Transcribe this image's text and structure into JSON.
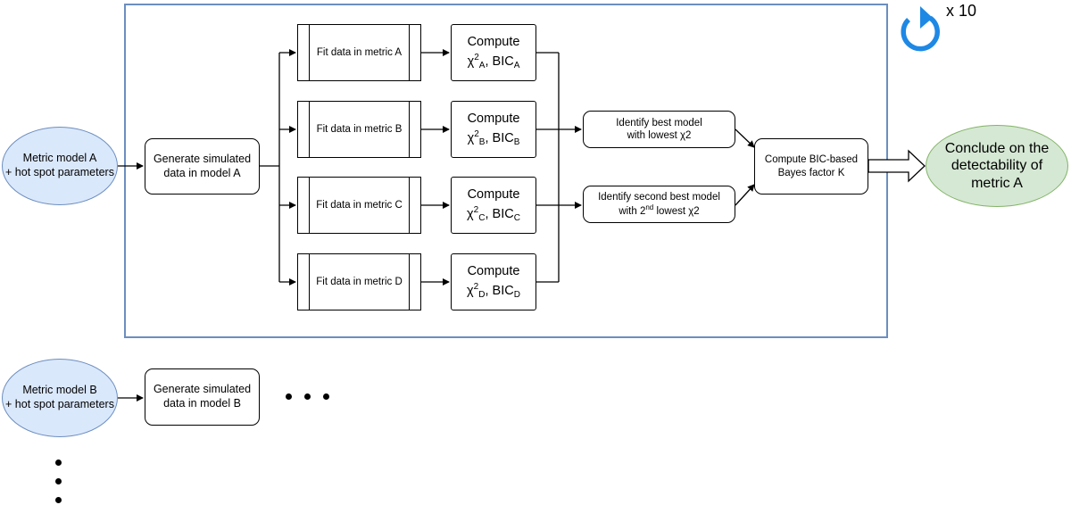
{
  "loop": {
    "count_label": "x 10"
  },
  "inputs": {
    "model_a": {
      "line1": "Metric model A",
      "line2": "+ hot spot parameters"
    },
    "model_b": {
      "line1": "Metric model B",
      "line2": "+ hot spot parameters"
    }
  },
  "generate": {
    "a": {
      "line1": "Generate simulated",
      "line2": "data in model A"
    },
    "b": {
      "line1": "Generate simulated",
      "line2": "data in model B"
    }
  },
  "fits": [
    {
      "label": "Fit data in metric A",
      "sub": "A"
    },
    {
      "label": "Fit data in metric B",
      "sub": "B"
    },
    {
      "label": "Fit data in metric C",
      "sub": "C"
    },
    {
      "label": "Fit data in metric D",
      "sub": "D"
    }
  ],
  "compute": {
    "title": "Compute",
    "chi": "χ",
    "sup": "2",
    "bic": "BIC",
    "sep": ", "
  },
  "identify": {
    "best": {
      "line1": "Identify best model",
      "line2": "with lowest χ2"
    },
    "second": {
      "line1": "Identify second best model",
      "line2_pre": "with 2",
      "line2_sup": "nd",
      "line2_post": " lowest χ2"
    }
  },
  "bayes": {
    "line1": "Compute BIC-based",
    "line2": "Bayes factor K"
  },
  "conclusion": {
    "line1": "Conclude on the",
    "line2": "detectability of",
    "line3": "metric A"
  },
  "colors": {
    "frame": "#6c8ebf",
    "input_fill": "#dae8fc",
    "conclusion_fill": "#d5e8d4",
    "conclusion_stroke": "#82b366",
    "loop_icon": "#1e88e5"
  }
}
